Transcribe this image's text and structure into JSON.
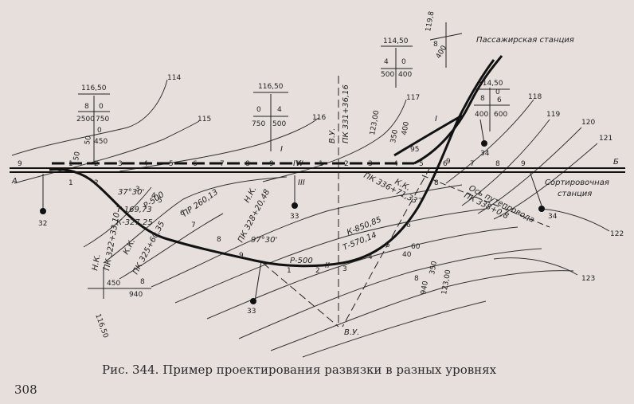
{
  "caption": "Рис. 344. Пример проектирования развязки в разных уровнях",
  "page_number": "308",
  "labels": {
    "passenger_station": "Пассажирская станция",
    "sorting_station_1": "Сортировочная",
    "sorting_station_2": "станция",
    "overpass_axis": "Ось путепровода",
    "track_a": "А",
    "track_b": "Б",
    "vu_top": "В.У.",
    "vu_bottom": "В.У.",
    "pk_331": "ПК 331+36,16",
    "pk_336": "ПК 336+71,33",
    "pk_338": "ПК 338+0,8",
    "pk_328": "ПК 328+20,48",
    "pk_322": "ПК 322+33,10",
    "pk_325": "ПК 325+60,35",
    "nk_1": "Н.К.",
    "nk_2": "Н.К.",
    "kk_1": "К.К.",
    "kk_2": "К.К.",
    "pr": "ПР 260,13",
    "angle_1": "37°30'",
    "r_500_1": "Р-500",
    "t_169": "Т-169,73",
    "k_327": "К-327,25",
    "angle_2": "97°30'",
    "r_500_2": "Р-500",
    "k_850": "К-850,85",
    "t_570": "Т-570,14",
    "roman_1": "I",
    "roman_1b": "I",
    "roman_2": "II",
    "roman_3": "III",
    "roman_4": "IV",
    "m_32": "32",
    "m_33a": "33",
    "m_33b": "33",
    "m_34a": "34",
    "m_34b": "34",
    "c114": "114",
    "c115": "115",
    "c116": "116",
    "c117": "117",
    "c118": "118",
    "c119": "119",
    "c120": "120",
    "c121": "121",
    "c122": "122",
    "c123": "123",
    "elev_116_50a": "116,50",
    "elev_116_50b": "116,50",
    "elev_114_50a": "114,50",
    "elev_114_50b": "114,50",
    "elev_116_50c": "116,50",
    "elev_119_8": "119,8",
    "elev_123_00a": "123,00",
    "elev_123_00b": "123,00",
    "prof_8a": "8",
    "prof_0a": "0",
    "prof_2500": "2500",
    "prof_750": "750",
    "prof_0b": "0",
    "prof_450": "450",
    "prof_0c": "0",
    "prof_4a": "4",
    "prof_750b": "750",
    "prof_500a": "500",
    "prof_4b": "4",
    "prof_0d": "0",
    "prof_500b": "500",
    "prof_400a": "400",
    "prof_8b": "8",
    "prof_0e": "0",
    "prof_6": "6",
    "prof_400b": "400",
    "prof_600": "600",
    "prof_8c": "8",
    "prof_400c": "400",
    "prof_450b": "450",
    "prof_8d": "8",
    "prof_940a": "940",
    "prof_8e": "8",
    "prof_940b": "940",
    "prof_60": "60",
    "prof_350": "350",
    "prof_40": "40",
    "prof_50a": "50",
    "prof_50b": "50",
    "prof_350b": "350",
    "prof_400d": "400",
    "prof_95": "95"
  },
  "pickets_main": [
    "9",
    "1",
    "2",
    "3",
    "4",
    "5",
    "6",
    "7",
    "8",
    "9",
    "IV",
    "1",
    "2",
    "3",
    "4",
    "5",
    "6",
    "7",
    "8",
    "9"
  ],
  "pickets_curve": [
    "1",
    "2",
    "3",
    "4",
    "5",
    "6",
    "7",
    "8",
    "9",
    "1",
    "2",
    "3",
    "4",
    "5",
    "6",
    "7",
    "8",
    "9"
  ]
}
